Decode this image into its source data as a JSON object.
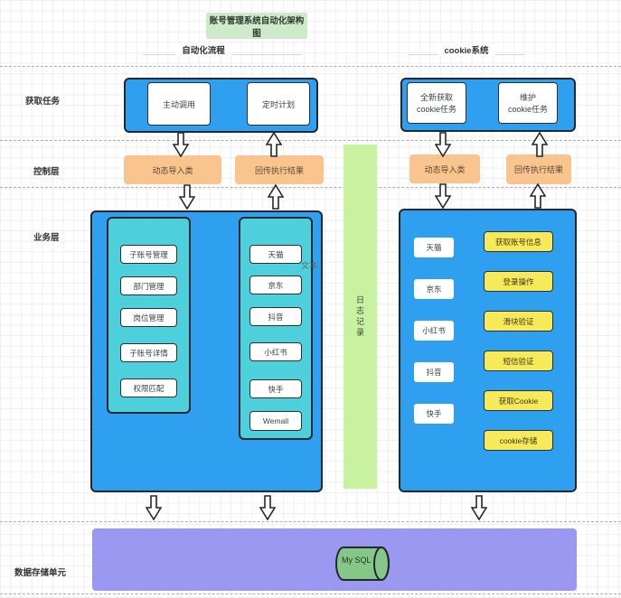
{
  "title": "账号管理系统自动化架构图",
  "lanes": {
    "left": "自动化流程",
    "right": "cookie系统"
  },
  "row_labels": {
    "task": "获取任务",
    "control": "控制层",
    "business": "业务层",
    "storage": "数据存储单元"
  },
  "task_layer": {
    "left": [
      "主动调用",
      "定时计划"
    ],
    "right": [
      {
        "line1": "全新获取",
        "line2": "cookie任务"
      },
      {
        "line1": "维护",
        "line2": "cookie任务"
      }
    ]
  },
  "control_layer": {
    "left": [
      "动态导入类",
      "回传执行结果"
    ],
    "right": [
      "动态导入类",
      "回传执行结果"
    ]
  },
  "business_left": {
    "admin_items": [
      "子账号管理",
      "部门管理",
      "岗位管理",
      "子账号详情",
      "权限匹配"
    ],
    "platform_items": [
      "天猫",
      "京东",
      "抖音",
      "小红书",
      "快手",
      "Wemall"
    ]
  },
  "business_right": {
    "platforms": [
      "天猫",
      "京东",
      "小红书",
      "抖音",
      "快手"
    ],
    "actions": [
      "获取账号信息",
      "登录操作",
      "滑块验证",
      "短信验证",
      "获取Cookie",
      "cookie存储"
    ]
  },
  "log_bar_label": "日志记录",
  "floating_text": "文本",
  "database_label": "My SQL",
  "colors": {
    "node_blue": "#2f9ff0",
    "node_cyan": "#4dd0dc",
    "node_orange": "#fac48f",
    "node_yellow": "#f6e95a",
    "log_green": "#c9f2a0",
    "title_green": "#cfe9cb",
    "storage_purple": "#9b98f2",
    "db_green": "#84c787",
    "border_dark": "#23282e"
  }
}
